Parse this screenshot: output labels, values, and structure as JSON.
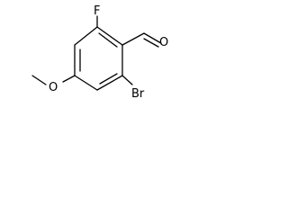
{
  "molecule": {
    "atoms": {
      "fluorine": "F",
      "aldehyde_oxygen": "O",
      "methoxy_oxygen": "O",
      "bromine": "Br"
    }
  },
  "colors": {
    "background": "#ffffff",
    "bond": "#000000",
    "text": "#000000"
  }
}
